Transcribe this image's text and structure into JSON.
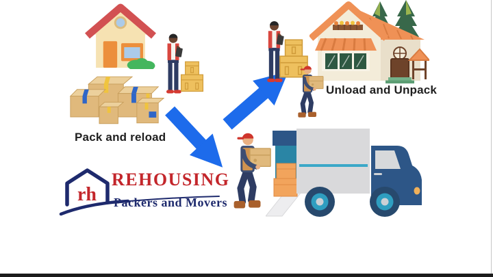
{
  "labels": {
    "pack_stage": "Pack and reload",
    "unload_stage": "Unload and Unpack"
  },
  "logo": {
    "monogram": "rh",
    "brand": "REHOUSING",
    "tagline": "Packers and Movers"
  },
  "colors": {
    "label_text": "#1f1f1f",
    "arrow_blue": "#1d6beb",
    "logo_red": "#c3262b",
    "logo_navy": "#1e2a6d",
    "house1_wall": "#f6e2b2",
    "house1_roof": "#d25152",
    "door_orange": "#ec8f3c",
    "window_blue": "#abcbe9",
    "window_frame_tan": "#dcbc7e",
    "bush_green": "#44b65e",
    "box_tan": "#e0b97c",
    "box_tan_light": "#ecd09c",
    "box_edge": "#c9a05e",
    "tape_blue": "#2f66c8",
    "tape_yellow": "#f0c43e",
    "box_gold": "#eec05e",
    "box_gold_edge": "#d09c3a",
    "skin_dark": "#6b4430",
    "skin_light": "#eab184",
    "hair_dark": "#262626",
    "shirt_white": "#f6f3ed",
    "vest_red": "#d9473f",
    "pants_navy": "#2e3c63",
    "shoe_red": "#d53a31",
    "clipboard_dark": "#3a3a3a",
    "cap_red": "#cf352c",
    "vest_tan": "#cf9350",
    "shirt_navy": "#3d4d72",
    "boot_brown": "#a9602c",
    "house2_wall": "#f3ecd9",
    "house2_wall_side": "#e9dfca",
    "house2_roof": "#ef9156",
    "roof_stripe": "#d97b40",
    "window_green": "#2e5842",
    "door_brown": "#6e432a",
    "trim_white": "#f7f3e6",
    "steps_green": "#5c9e74",
    "steps_green_light": "#74b189",
    "tree_green": "#38684a",
    "tree_light": "#bccf52",
    "trunk_brown": "#7a5a3a",
    "flower_orange": "#e8833c",
    "balcony_brown": "#8a5531",
    "truck_gray": "#d9d9db",
    "truck_navy": "#2d5687",
    "truck_interior": "#2a85a5",
    "truck_stripe": "#3ba8c8",
    "wheel_navy": "#27496d",
    "wheel_teal": "#2f9ec0",
    "wheel_hub": "#ccd0d5",
    "ramp_gray": "#ededef",
    "cargo_orange": "#f2a45c",
    "cargo_orange_dark": "#e08a42",
    "headlight": "#f0b05a",
    "bottom_bar": "#1b1b1b"
  }
}
